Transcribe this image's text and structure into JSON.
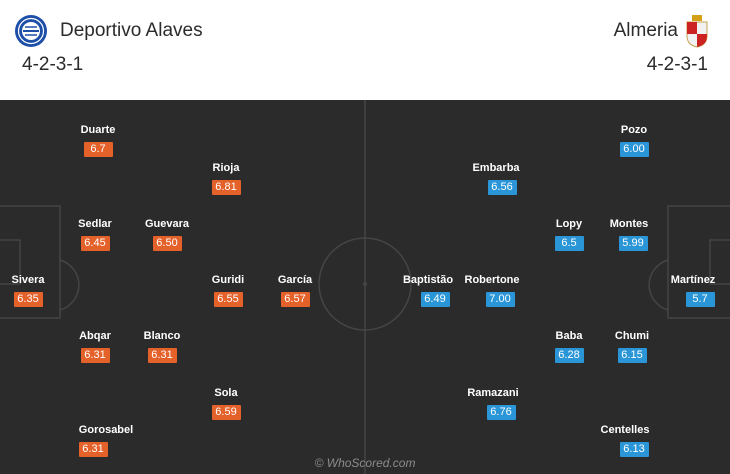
{
  "header": {
    "home": {
      "name": "Deportivo Alaves",
      "formation": "4-2-3-1",
      "crest_icon": "alaves-crest-icon"
    },
    "away": {
      "name": "Almeria",
      "formation": "4-2-3-1",
      "crest_icon": "almeria-crest-icon"
    }
  },
  "colors": {
    "pitch": "#2b2b2b",
    "home_rating": "#e4612a",
    "away_rating": "#2a96d8",
    "lines": "#444444"
  },
  "home_players": [
    {
      "name": "Duarte",
      "rating": "6.7"
    },
    {
      "name": "Rioja",
      "rating": "6.81"
    },
    {
      "name": "Sedlar",
      "rating": "6.45"
    },
    {
      "name": "Guevara",
      "rating": "6.50"
    },
    {
      "name": "Sivera",
      "rating": "6.35"
    },
    {
      "name": "Guridi",
      "rating": "6.55"
    },
    {
      "name": "García",
      "rating": "6.57"
    },
    {
      "name": "Abqar",
      "rating": "6.31"
    },
    {
      "name": "Blanco",
      "rating": "6.31"
    },
    {
      "name": "Sola",
      "rating": "6.59"
    },
    {
      "name": "Gorosabel",
      "rating": "6.31"
    }
  ],
  "away_players": [
    {
      "name": "Pozo",
      "rating": "6.00"
    },
    {
      "name": "Embarba",
      "rating": "6.56"
    },
    {
      "name": "Lopy",
      "rating": "6.5"
    },
    {
      "name": "Montes",
      "rating": "5.99"
    },
    {
      "name": "Baptistão",
      "rating": "6.49"
    },
    {
      "name": "Robertone",
      "rating": "7.00"
    },
    {
      "name": "Martínez",
      "rating": "5.7"
    },
    {
      "name": "Baba",
      "rating": "6.28"
    },
    {
      "name": "Chumi",
      "rating": "6.15"
    },
    {
      "name": "Ramazani",
      "rating": "6.76"
    },
    {
      "name": "Centelles",
      "rating": "6.13"
    }
  ],
  "watermark": "© WhoScored.com"
}
